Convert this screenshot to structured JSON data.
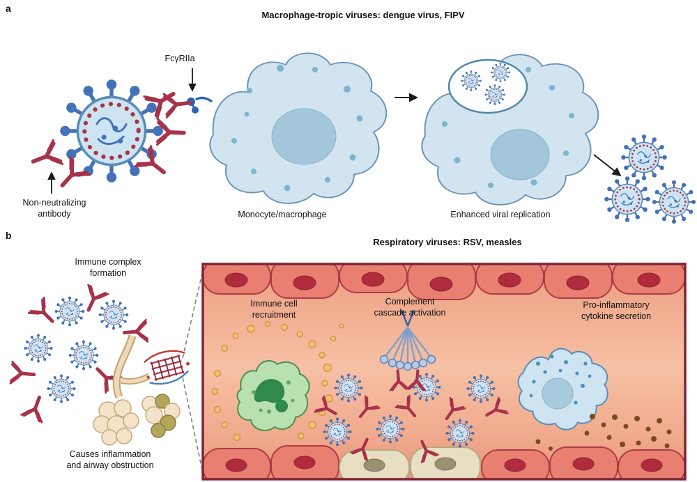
{
  "panel_a": {
    "label": "a",
    "title": "Macrophage-tropic viruses: dengue virus, FIPV",
    "annotations": {
      "receptor": "FcγRIIa",
      "antibody": "Non-neutralizing\nantibody",
      "cell": "Monocyte/macrophage",
      "replication": "Enhanced viral replication"
    }
  },
  "panel_b": {
    "label": "b",
    "title": "Respiratory viruses: RSV, measles",
    "annotations": {
      "immune_complex": "Immune complex\nformation",
      "airway": "Causes inflammation\nand airway obstruction",
      "recruitment": "Immune cell\nrecruitment",
      "complement": "Complement\ncascade activation",
      "cytokine": "Pro-inflammatory\ncytokine secretion"
    }
  },
  "colors": {
    "antibody_red": "#a8324a",
    "virus_blue": "#4472b8",
    "membrane_blue": "#5b8db8",
    "cell_fill": "#d2e4ef",
    "panel_border": "#7e2433",
    "epithelium_salmon": "#e87f70",
    "epithelium_nucleus": "#b02c3d",
    "green_cell": "#b9e0b1",
    "recruitment_dot": "#f3c06d",
    "complement_blue": "#b6cde9",
    "cytokine_brown": "#7c4a1f",
    "alveoli_beige": "#f3e3c8"
  }
}
